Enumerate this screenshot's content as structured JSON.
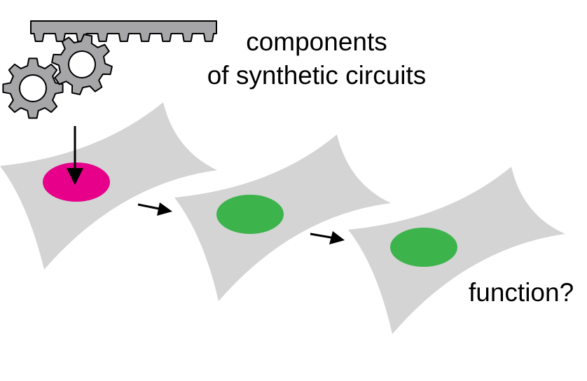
{
  "title": {
    "line1": "components",
    "line2": "of synthetic circuits"
  },
  "outcome_label": "function?",
  "icons": {
    "rack": "gear-rack-icon",
    "gear_left": "gear-icon",
    "gear_right": "gear-icon"
  },
  "cells": [
    {
      "name": "cell-1",
      "nucleus_state": "magenta"
    },
    {
      "name": "cell-2",
      "nucleus_state": "green"
    },
    {
      "name": "cell-3",
      "nucleus_state": "green"
    }
  ],
  "colors": {
    "cell_body": "#d4d4d4",
    "nucleus_magenta": "#e6008a",
    "nucleus_green": "#3cb44b",
    "gear_fill": "#a6a6a8",
    "outline": "#000000"
  }
}
